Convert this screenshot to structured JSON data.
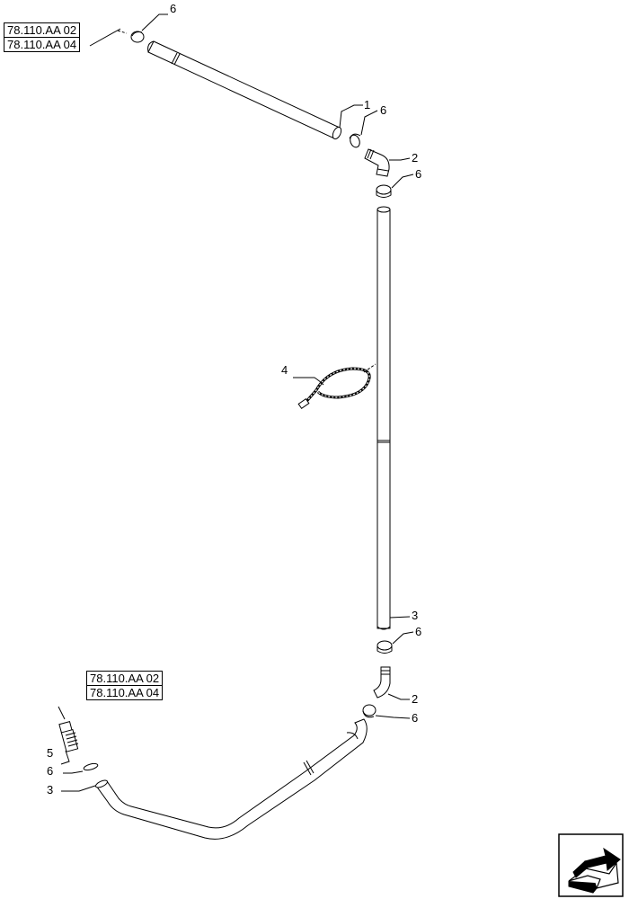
{
  "references": {
    "top": [
      "78.110.AA 02",
      "78.110.AA 04"
    ],
    "bottom": [
      "78.110.AA 02",
      "78.110.AA 04"
    ]
  },
  "callouts": {
    "c_6_top": "6",
    "c_1": "1",
    "c_6_right_a": "6",
    "c_2_top": "2",
    "c_6_right_b": "6",
    "c_4": "4",
    "c_3_right": "3",
    "c_6_right_c": "6",
    "c_2_bottom": "2",
    "c_6_right_d": "6",
    "c_5": "5",
    "c_6_left": "6",
    "c_3_left": "3"
  },
  "corner_icon": "navigation-arrow-icon"
}
